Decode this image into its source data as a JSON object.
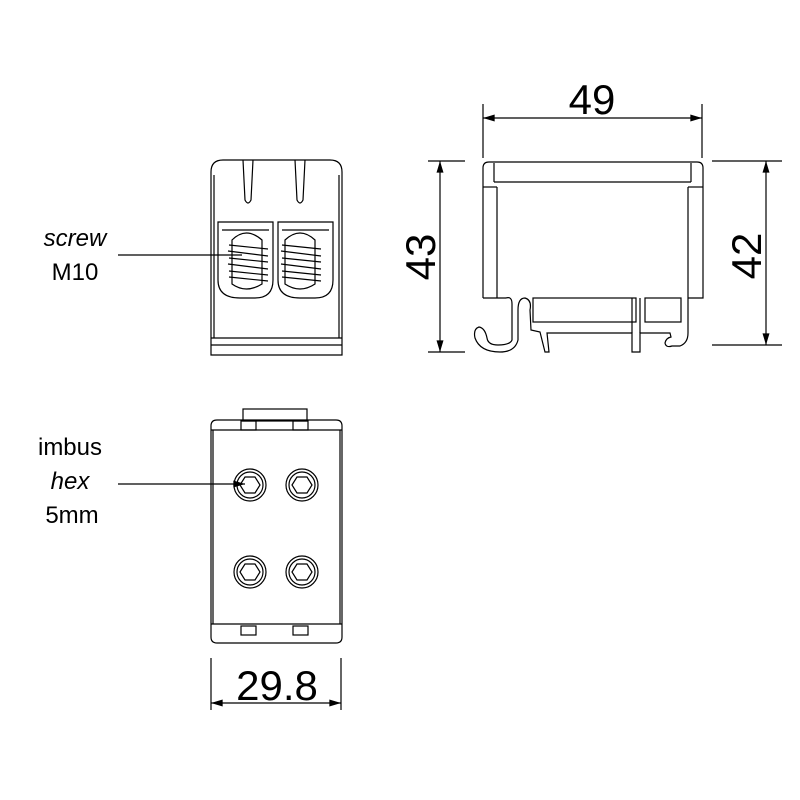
{
  "labels": {
    "screw": "screw",
    "m10": "M10",
    "imbus": "imbus",
    "hex": "hex",
    "hex_size": "5mm"
  },
  "dimensions": {
    "width_side": "49",
    "height_left": "43",
    "height_right": "42",
    "width_bottom": "29.8"
  },
  "colors": {
    "line": "#000000",
    "background": "#ffffff"
  }
}
